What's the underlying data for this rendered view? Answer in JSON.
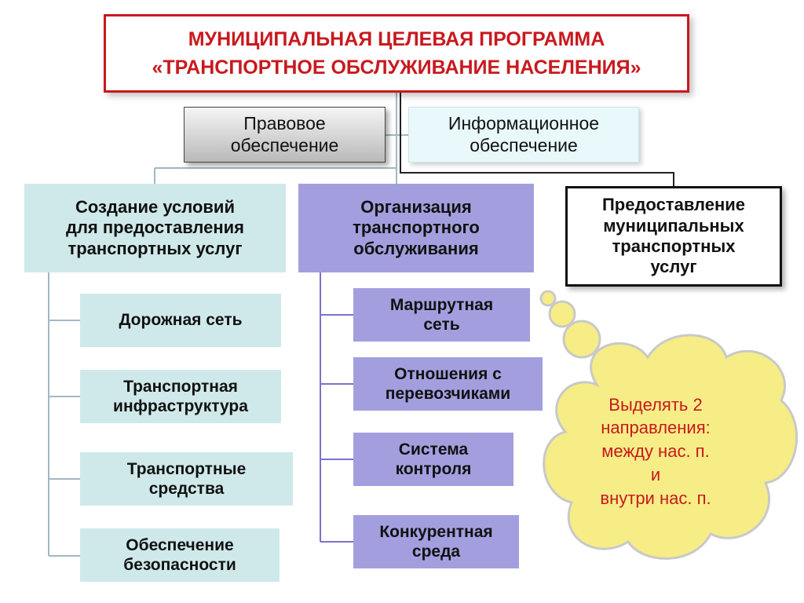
{
  "title": "МУНИЦИПАЛЬНАЯ ЦЕЛЕВАЯ ПРОГРАММА\n«ТРАНСПОРТНОЕ ОБСЛУЖИВАНИЕ НАСЕЛЕНИЯ»",
  "support": {
    "legal": "Правовое\nобеспечение",
    "info": "Информационное\nобеспечение"
  },
  "branches": {
    "conditions": {
      "label": "Создание условий\nдля предоставления\nтранспортных услуг",
      "items": [
        "Дорожная сеть",
        "Транспортная\nинфраструктура",
        "Транспортные\nсредства",
        "Обеспечение\nбезопасности"
      ]
    },
    "organization": {
      "label": "Организация\nтранспортного\nобслуживания",
      "items": [
        "Маршрутная\nсеть",
        "Отношения с\nперевозчиками",
        "Система\nконтроля",
        "Конкурентная\nсреда"
      ]
    },
    "provision": {
      "label": "Предоставление\nмуниципальных\nтранспортных\nуслуг"
    }
  },
  "note": "Выделять 2\nнаправления:\nмежду нас. п.\nи\nвнутри нас. п.",
  "colors": {
    "accent": "#c8191e",
    "cyan": "#cfe9ea",
    "purple": "#a39fdf",
    "cloud": "#f6ed86"
  }
}
